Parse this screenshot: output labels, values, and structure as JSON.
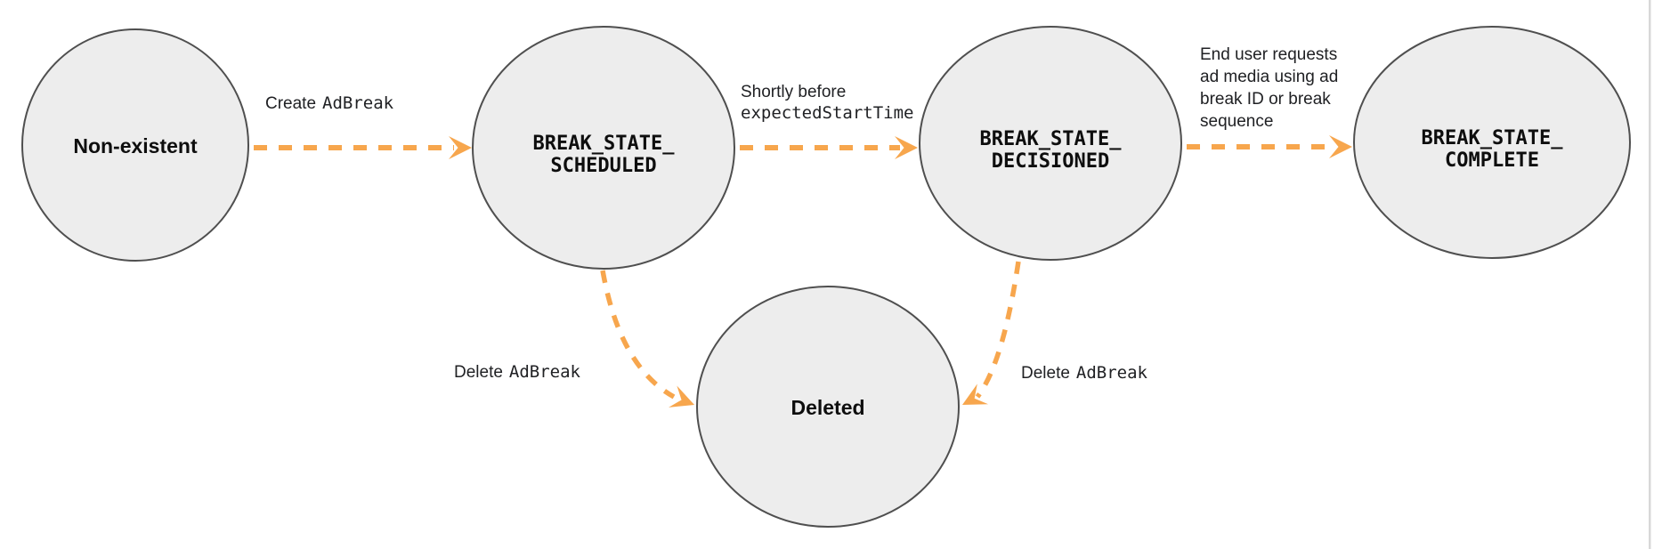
{
  "diagram": {
    "colors": {
      "arrow_orange": "#F7A64D",
      "node_fill": "#EDEDED",
      "node_stroke": "#4F4F4F",
      "text": "#202124"
    },
    "nodes": {
      "non_existent": {
        "label": "Non-existent"
      },
      "scheduled": {
        "line1": "BREAK_STATE_",
        "line2": "SCHEDULED"
      },
      "decisioned": {
        "line1": "BREAK_STATE_",
        "line2": "DECISIONED"
      },
      "complete": {
        "line1": "BREAK_STATE_",
        "line2": "COMPLETE"
      },
      "deleted": {
        "label": "Deleted"
      }
    },
    "transitions": {
      "create": {
        "text_plain": "Create",
        "text_code": "AdBreak"
      },
      "shortly_before": {
        "line1_plain": "Shortly before",
        "line2_code": "expectedStartTime"
      },
      "end_user_request": {
        "lines": {
          "0": "End user requests",
          "1": "ad media using ad",
          "2": "break ID or break",
          "3": "sequence"
        }
      },
      "delete_from_scheduled": {
        "text_plain": "Delete",
        "text_code": "AdBreak"
      },
      "delete_from_decisioned": {
        "text_plain": "Delete",
        "text_code": "AdBreak"
      }
    }
  }
}
